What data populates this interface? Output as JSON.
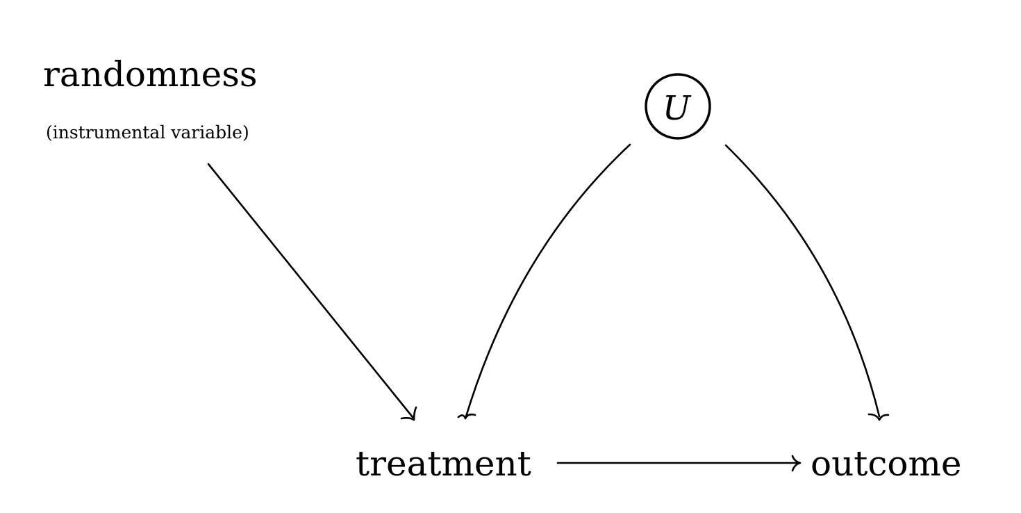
{
  "nodes": {
    "randomness": {
      "label": "randomness",
      "sublabel": "(instrumental variable)"
    },
    "U": {
      "label": "U"
    },
    "treatment": {
      "label": "treatment"
    },
    "outcome": {
      "label": "outcome"
    }
  },
  "edges": [
    {
      "from": "randomness",
      "to": "treatment"
    },
    {
      "from": "U",
      "to": "treatment"
    },
    {
      "from": "U",
      "to": "outcome"
    },
    {
      "from": "treatment",
      "to": "outcome"
    }
  ]
}
